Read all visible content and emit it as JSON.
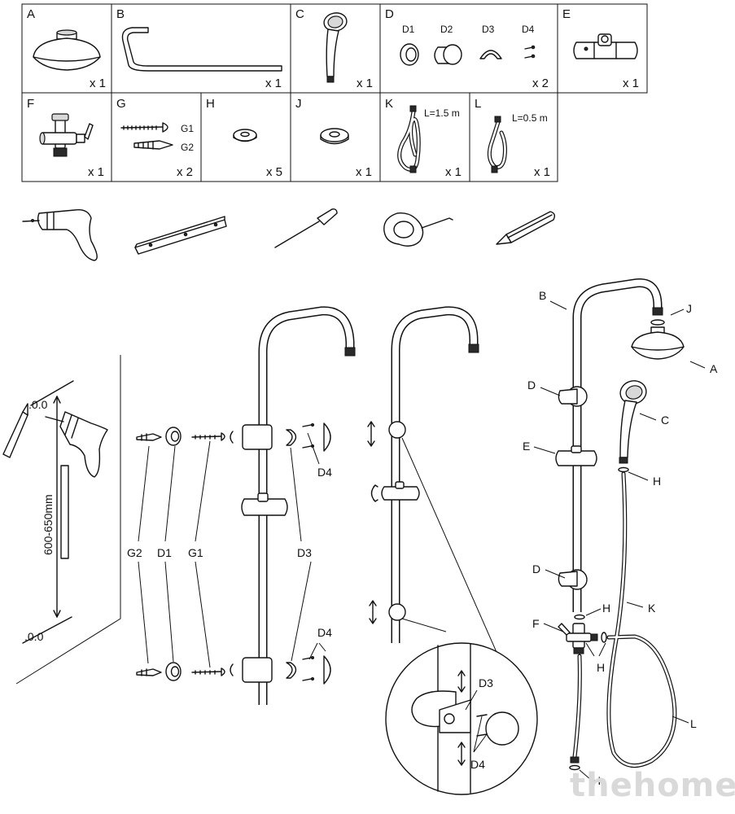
{
  "parts_table": {
    "row1": [
      {
        "letter": "A",
        "qty": "x 1"
      },
      {
        "letter": "B",
        "qty": "x 1"
      },
      {
        "letter": "C",
        "qty": "x 1"
      },
      {
        "letter": "D",
        "qty": "x 2",
        "subparts": [
          "D1",
          "D2",
          "D3",
          "D4"
        ]
      },
      {
        "letter": "E",
        "qty": "x 1"
      }
    ],
    "row2": [
      {
        "letter": "F",
        "qty": "x 1"
      },
      {
        "letter": "G",
        "qty": "x 2",
        "subparts": [
          "G1",
          "G2"
        ]
      },
      {
        "letter": "H",
        "qty": "x 5"
      },
      {
        "letter": "J",
        "qty": "x 1"
      },
      {
        "letter": "K",
        "qty": "x 1",
        "length": "L=1.5 m"
      },
      {
        "letter": "L",
        "qty": "x 1",
        "length": "L=0.5 m"
      }
    ]
  },
  "tools": [
    "drill-icon",
    "spirit-level-icon",
    "screwdriver-icon",
    "tape-measure-icon",
    "pencil-icon"
  ],
  "wall_step": {
    "dimension": "600-650mm"
  },
  "mount_step": {
    "labels": {
      "g2": "G2",
      "d1": "D1",
      "g1": "G1",
      "d3": "D3",
      "d4_top": "D4",
      "d4_bottom": "D4"
    }
  },
  "detail_step": {
    "labels": {
      "d3": "D3",
      "d4": "D4"
    }
  },
  "assembly": {
    "labels": {
      "b": "B",
      "j": "J",
      "a": "A",
      "d_top": "D",
      "c": "C",
      "e": "E",
      "h1": "H",
      "d_bottom": "D",
      "h2": "H",
      "k": "K",
      "f": "F",
      "h3": "H",
      "l": "L",
      "h4": "H"
    }
  },
  "watermark": "thehome"
}
